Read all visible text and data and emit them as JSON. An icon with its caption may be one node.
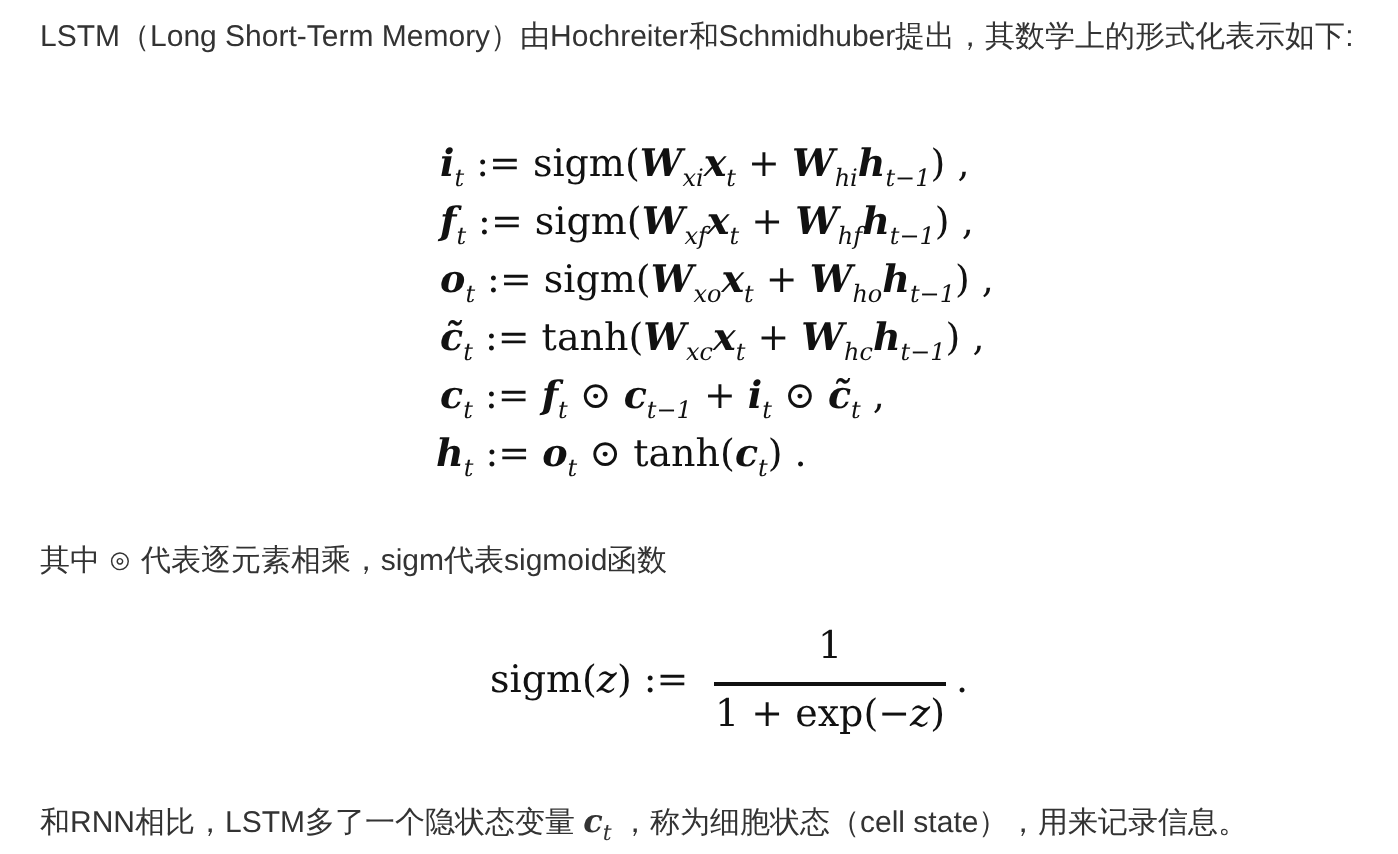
{
  "diagram": {
    "labels": [
      "LSTM（Long Short-Term Memory）由Hochreiter和Schmidhuber提出，其数学上的形式化表示如下:",
      "**i**$_{t}$ := sigm(**W**$_{xi}$**x**$_{t}$ + **W**$_{hi}$**h**$_{t−1}$) ,",
      "**f**$_{t}$ := sigm(**W**$_{xf}$**x**$_{t}$ + **W**$_{hf}$**h**$_{t−1}$) ,",
      "**o**$_{t}$ := sigm(**W**$_{xo}$**x**$_{t}$ + **W**$_{ho}$**h**$_{t−1}$) ,",
      "**c̃**$_{t}$ := tanh(**W**$_{xc}$**x**$_{t}$ + **W**$_{hc}$**h**$_{t−1}$) ,",
      "**c**$_{t}$ := **f**$_{t}$ ⊙ **c**$_{t−1}$ + **i**$_{t}$ ⊙ **c̃**$_{t}$ ,",
      "**h**$_{t}$ := **o**$_{t}$ ⊙ tanh(**c**$_{t}$) .",
      "其中 ⊙ 代表逐元素相乘，sigm代表sigmoid函数",
      "sigm(*z*) :=",
      "1",
      "1 + exp(−*z*)",
      ".",
      "和RNN相比，LSTM多了一个隐状态变量 **c**$_{t}$ ，称为细胞状态（cell state），用来记录信息。"
    ]
  }
}
